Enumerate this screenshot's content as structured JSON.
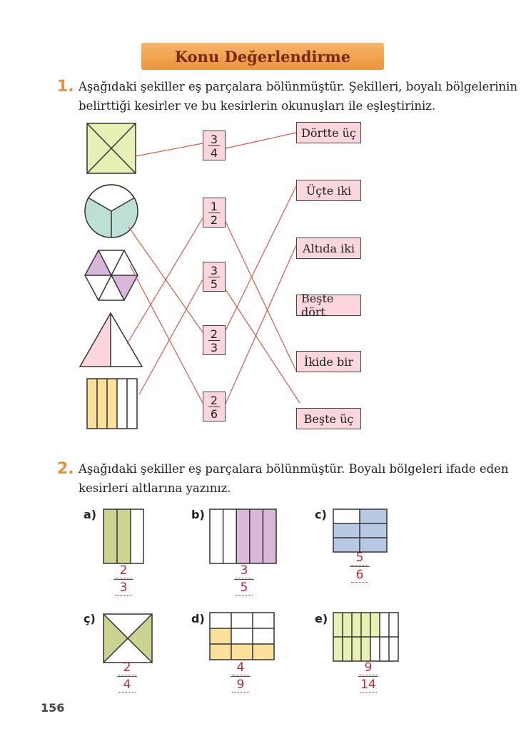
{
  "header": {
    "title": "Konu Değerlendirme"
  },
  "q1": {
    "number": "1.",
    "line1": "Aşağıdaki şekiller eş parçalara bölünmüştür. Şekilleri, boyalı bölgelerinin",
    "line2": "belirttiği kesirler ve bu kesirlerin okunuşları ile eşleştiriniz.",
    "fractions": [
      {
        "num": "3",
        "den": "4"
      },
      {
        "num": "1",
        "den": "2"
      },
      {
        "num": "3",
        "den": "5"
      },
      {
        "num": "2",
        "den": "3"
      },
      {
        "num": "2",
        "den": "6"
      }
    ],
    "words": [
      "Dörtte üç",
      "Üçte iki",
      "Altıda iki",
      "Beşte dört",
      "İkide bir",
      "Beşte üç"
    ]
  },
  "q2": {
    "number": "2.",
    "line1": "Aşağıdaki şekiller eş parçalara bölünmüştür. Boyalı bölgeleri ifade eden",
    "line2": "kesirleri altlarına yazınız.",
    "items": [
      {
        "label": "a)",
        "num": "2",
        "den": "3"
      },
      {
        "label": "b)",
        "num": "3",
        "den": "5"
      },
      {
        "label": "c)",
        "num": "5",
        "den": "6"
      },
      {
        "label": "ç)",
        "num": "2",
        "den": "4"
      },
      {
        "label": "d)",
        "num": "4",
        "den": "9"
      },
      {
        "label": "e)",
        "num": "9",
        "den": "14"
      }
    ]
  },
  "colors": {
    "pink": "#fbd6dc",
    "yellow_green": "#e9f0b4",
    "teal": "#bde0d6",
    "purple": "#d9b7d9",
    "yellow": "#fbe09b",
    "olive": "#ccd28f",
    "blue": "#b8c9e4",
    "line_red": "#d45a4a",
    "answer_red": "#c02a35"
  },
  "footer": {
    "page_number": "156"
  }
}
